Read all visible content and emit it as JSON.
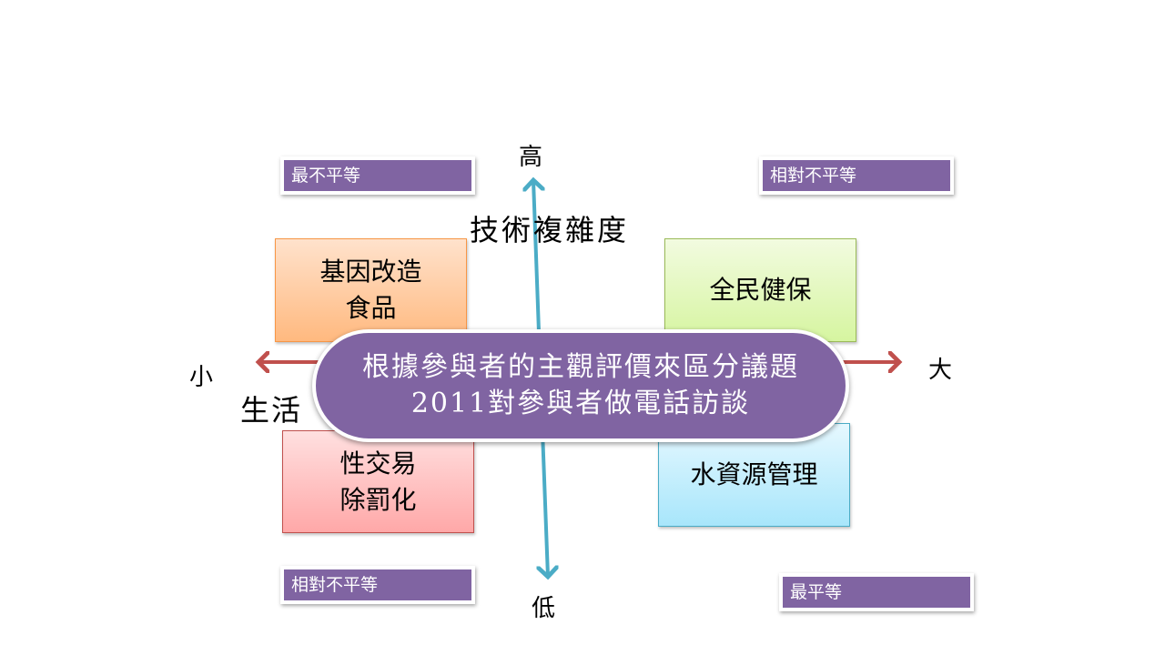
{
  "axes": {
    "top": "高",
    "bottom": "低",
    "left": "小",
    "right": "大",
    "vertical_title": "技術複雜度",
    "horizontal_title": "生活"
  },
  "tags": {
    "top_left": "最不平等",
    "top_right": "相對不平等",
    "bottom_left": "相對不平等",
    "bottom_right": "最平等"
  },
  "boxes": {
    "top_left": "基因改造\n食品",
    "top_right": "全民健保",
    "bottom_left": "性交易\n除罰化",
    "bottom_right": "水資源管理"
  },
  "callout": {
    "line1": "根據參與者的主觀評價來區分議題",
    "line2": "2011對參與者做電話訪談"
  },
  "colors": {
    "purple": "#8064a2",
    "vertical_axis": "#4bacc6",
    "horizontal_axis": "#c0504d"
  }
}
